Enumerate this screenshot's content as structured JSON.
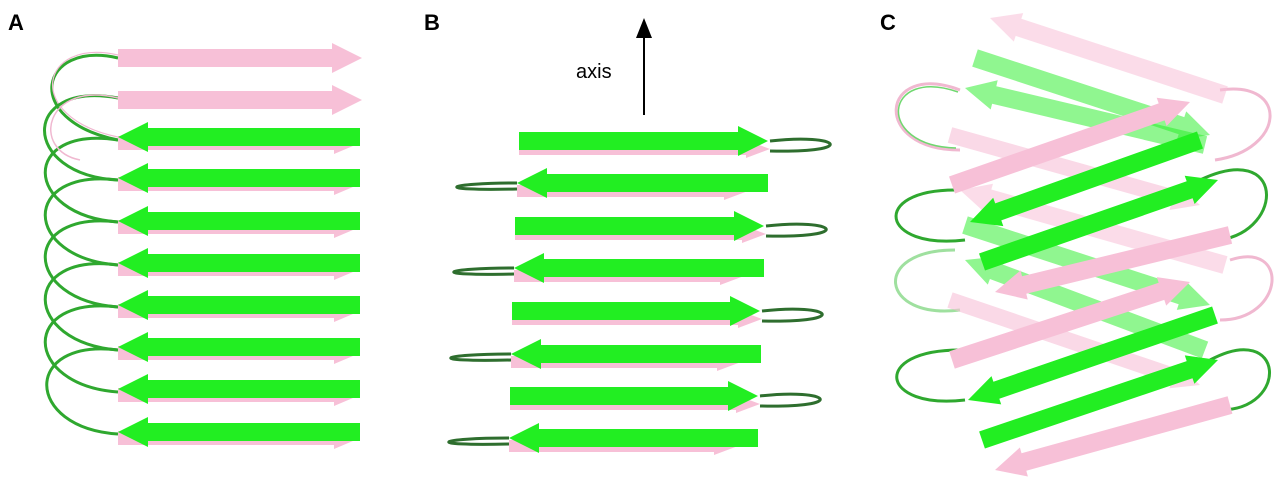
{
  "panels": [
    {
      "label": "A",
      "view": "side"
    },
    {
      "label": "B",
      "view": "axial",
      "axis_label": "axis"
    },
    {
      "label": "C",
      "view": "oblique"
    }
  ],
  "colors": {
    "strand_a": "#f7c0d7",
    "strand_b": "#22ee22",
    "loop_a": "#f0b8d0",
    "loop_b": "#2fa82f",
    "text": "#000000"
  }
}
